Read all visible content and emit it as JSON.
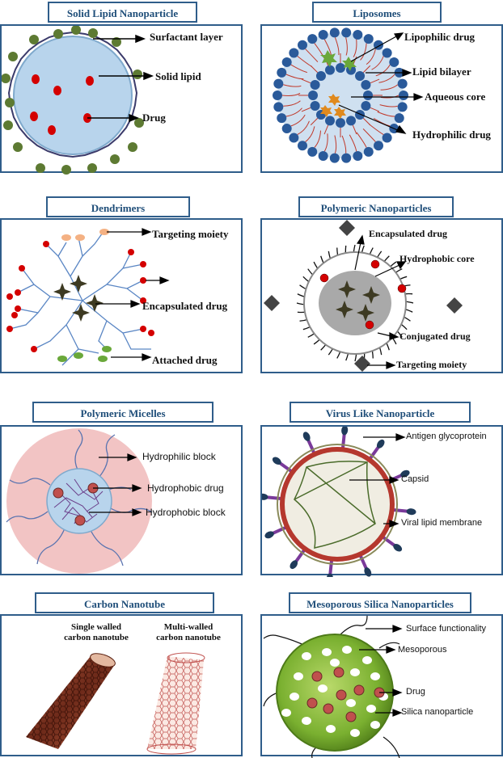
{
  "sln": {
    "title": "Solid Lipid Nanoparticle",
    "surfactant": "Surfactant layer",
    "solid_lipid": "Solid lipid",
    "drug": "Drug"
  },
  "lipo": {
    "title": "Liposomes",
    "lipophilic": "Lipophilic drug",
    "bilayer": "Lipid bilayer",
    "aqueous": "Aqueous core",
    "hydrophilic": "Hydrophilic drug"
  },
  "dend": {
    "title": "Dendrimers",
    "targeting": "Targeting moiety",
    "encapsulated": "Encapsulated drug",
    "attached": "Attached drug"
  },
  "pnp": {
    "title": "Polymeric Nanoparticles",
    "encapsulated": "Encapsulated drug",
    "core": "Hydrophobic core",
    "conjugated": "Conjugated drug",
    "targeting": "Targeting moiety"
  },
  "micelle": {
    "title": "Polymeric Micelles",
    "hydrophilic": "Hydrophilic block",
    "drug": "Hydrophobic drug",
    "block": "Hydrophobic block"
  },
  "vlp": {
    "title": "Virus Like Nanoparticle",
    "antigen": "Antigen glycoprotein",
    "capsid": "Capsid",
    "membrane": "Viral lipid membrane"
  },
  "cnt": {
    "title": "Carbon Nanotube",
    "single": "Single walled\ncarbon nanotube",
    "multi": "Multi-walled\ncarbon nanotube"
  },
  "msn": {
    "title": "Mesoporous Silica Nanoparticles",
    "surface": "Surface functionality",
    "mesoporous": "Mesoporous",
    "drug": "Drug",
    "silica": "Silica nanoparticle"
  },
  "colors": {
    "border": "#2f5d8a",
    "title_text": "#1f4e79",
    "drug_red": "#d40000",
    "lipid_blue": "#2a5a9a",
    "nanotube_brown": "#8b3a2a",
    "silica_green": "#7ab030"
  }
}
